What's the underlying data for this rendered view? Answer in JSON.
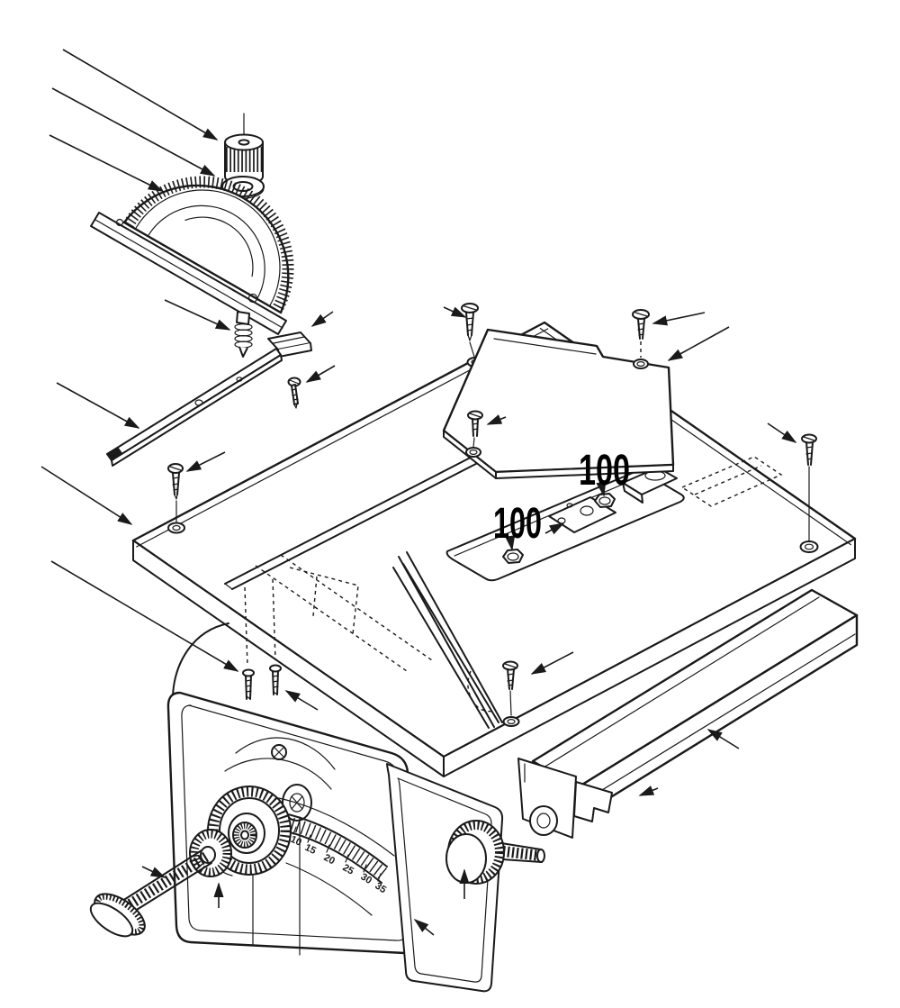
{
  "diagram": {
    "type": "exploded-parts-diagram",
    "subject": "benchtop table saw exploded assembly drawing",
    "callouts": [
      {
        "text": "100"
      },
      {
        "text": "100"
      }
    ],
    "bevel_scale": {
      "ticks": [
        "10",
        "15",
        "20",
        "25",
        "30",
        "35"
      ]
    },
    "colors": {
      "line": "#1a1a1a",
      "background": "#ffffff",
      "label": "#000000"
    }
  }
}
